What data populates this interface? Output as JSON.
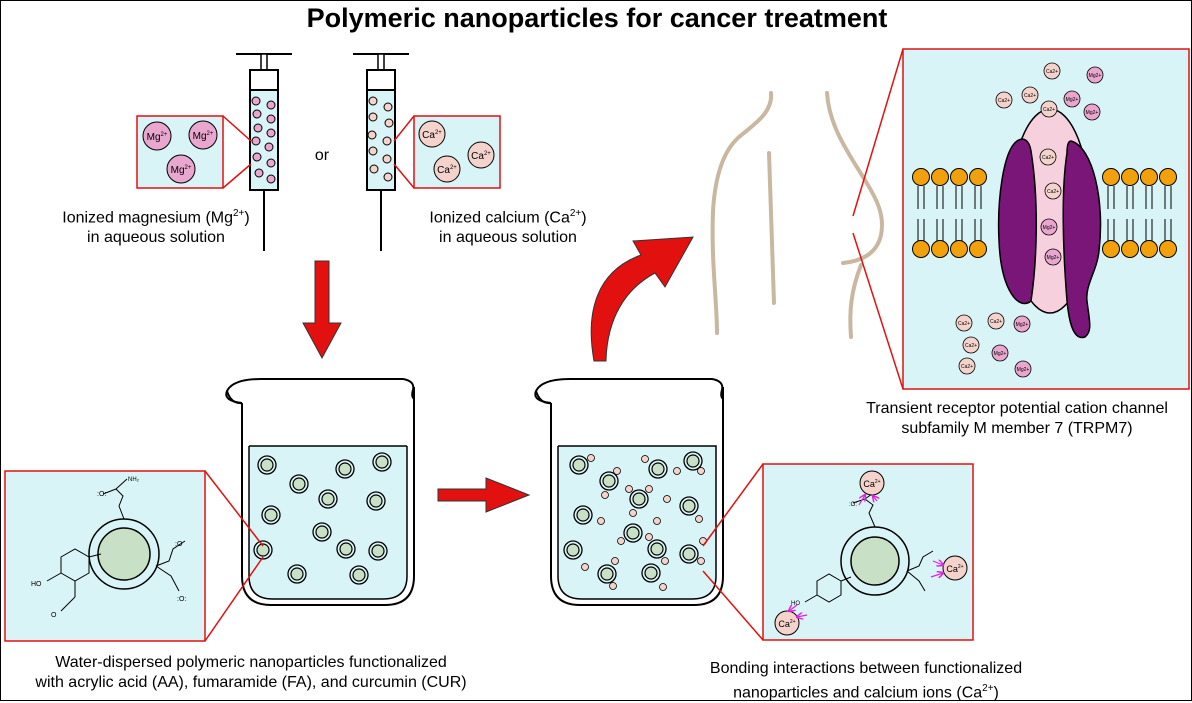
{
  "title": "Polymeric nanoparticles for cancer treatment",
  "or_label": "or",
  "mg_caption": {
    "line1": "Ionized magnesium (Mg",
    "sup": "2+",
    "line1_end": ")",
    "line2": "in aqueous solution"
  },
  "ca_caption": {
    "line1": "Ionized calcium (Ca",
    "sup": "2+",
    "line1_end": ")",
    "line2": "in aqueous solution"
  },
  "trpm7_caption": {
    "line1": "Transient receptor potential cation channel",
    "line2": "subfamily M member 7 (TRPM7)"
  },
  "np_caption": {
    "line1": "Water-dispersed polymeric nanoparticles functionalized",
    "line2": "with acrylic acid (AA), fumaramide (FA), and curcumin (CUR)"
  },
  "bond_caption": {
    "line1": "Bonding interactions between functionalized",
    "line2": "nanoparticles and calcium ions (Ca",
    "sup": "2+",
    "line2_end": ")"
  },
  "ions": {
    "mg": "Mg",
    "ca": "Ca",
    "charge": "2+"
  },
  "chem_labels": {
    "amide": "NH₂",
    "hydroxyl": "HO",
    "methoxy": "O"
  },
  "colors": {
    "red": "#e31010",
    "solution": "#d9f4f6",
    "mg_ion": "#e9a6cf",
    "ca_ion": "#f4d3cc",
    "particle": "#c7e0c6",
    "purple": "#7a1677",
    "lipid_head": "#f2a10d",
    "body": "#c9b7a0",
    "arrow_pink": "#e020e0"
  }
}
